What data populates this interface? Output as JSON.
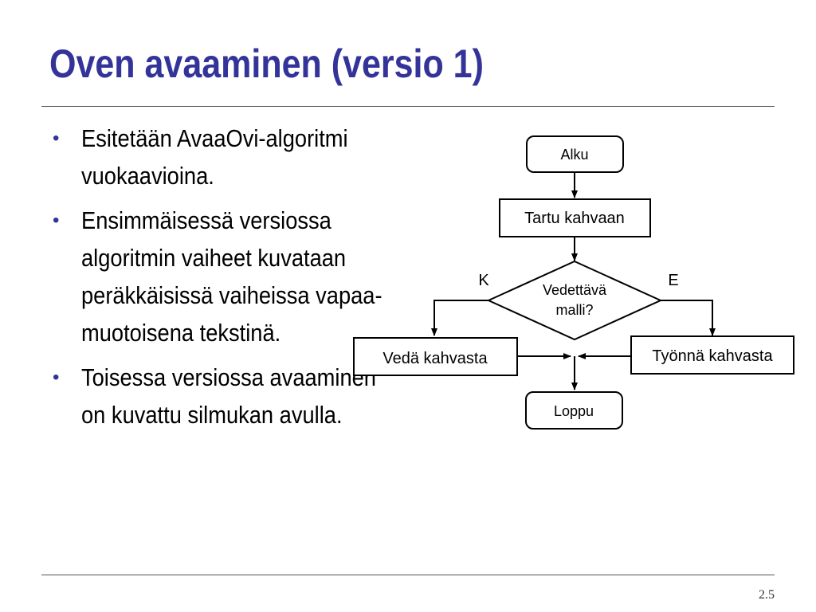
{
  "slide": {
    "title": "Oven avaaminen (versio 1)",
    "page_number": "2.5"
  },
  "bullets": [
    {
      "text": "Esitetään AvaaOvi-algoritmi vuokaavioina."
    },
    {
      "text": "Ensimmäisessä versiossa algoritmin vaiheet kuvataan peräkkäisissä vaiheissa vapaa-muotoisena tekstinä."
    },
    {
      "text": "Toisessa versiossa avaaminen on kuvattu silmukan avulla."
    }
  ],
  "flowchart": {
    "start": "Alku",
    "step1": "Tartu kahvaan",
    "decision_line1": "Vedettävä",
    "decision_line2": "malli?",
    "yes_label": "K",
    "no_label": "E",
    "yes_branch": "Vedä kahvasta",
    "no_branch": "Työnnä kahvasta",
    "end": "Loppu"
  }
}
